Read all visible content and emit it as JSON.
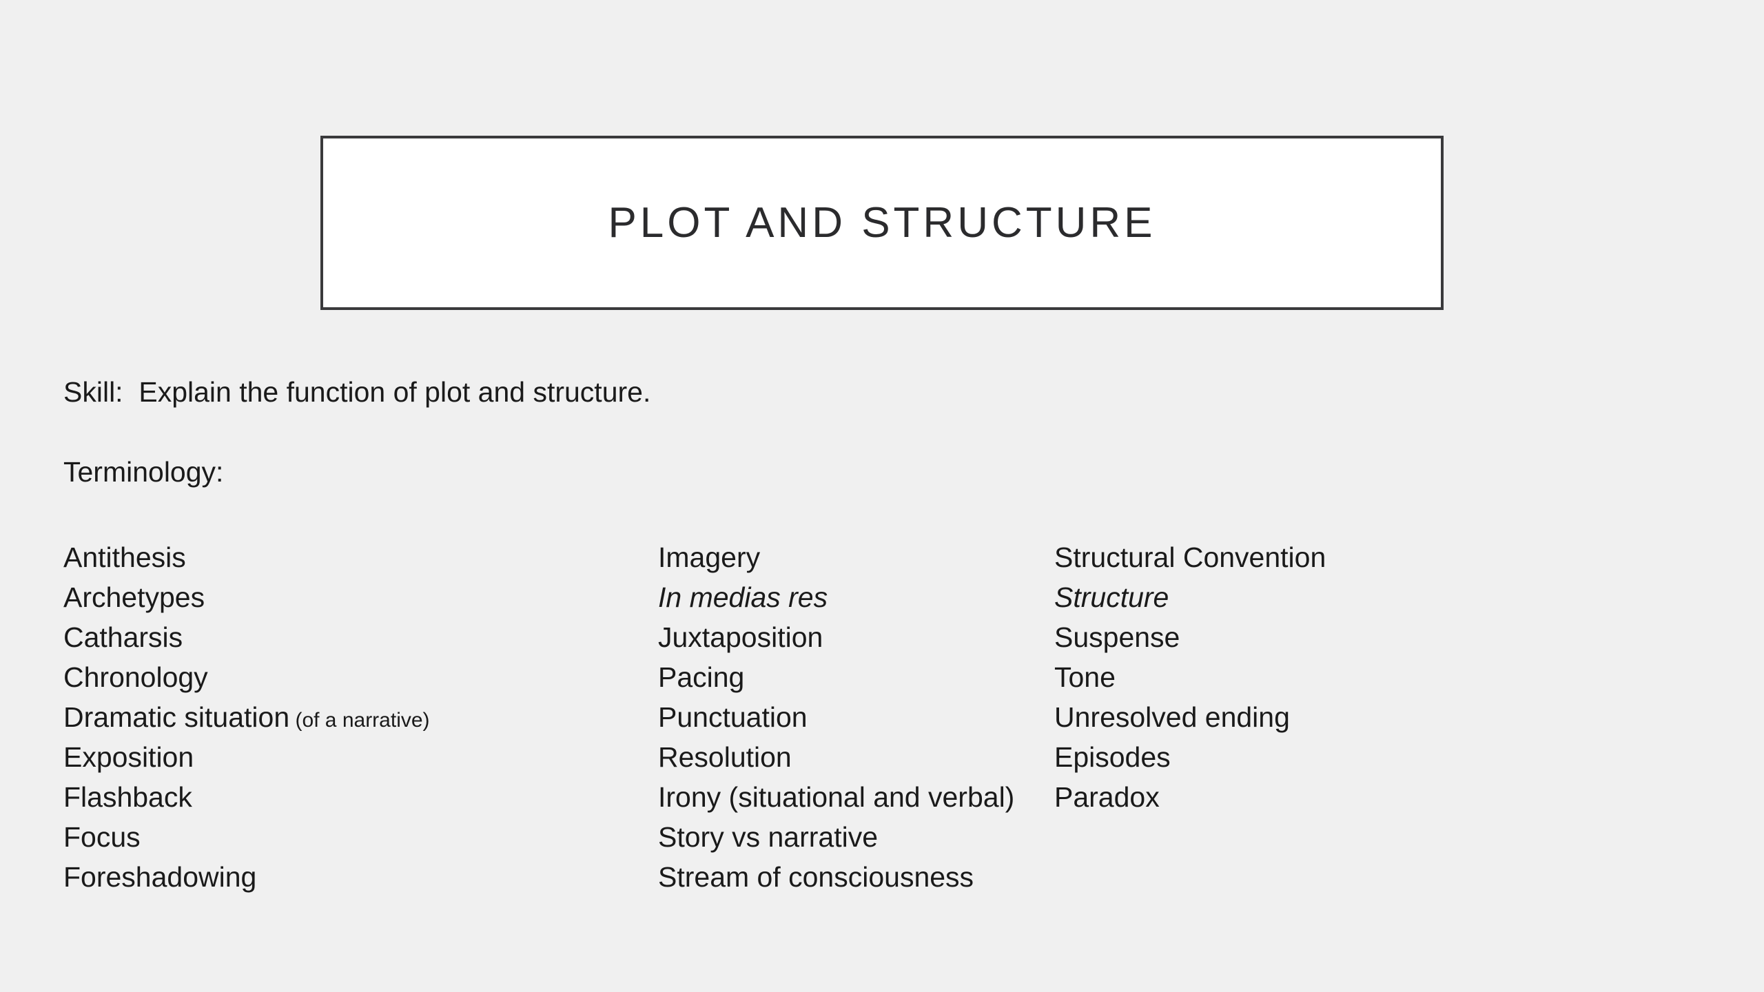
{
  "slide": {
    "background_color": "#f0f0f0",
    "text_color": "#1a1a1a",
    "title_box": {
      "title": "PLOT AND STRUCTURE",
      "fill_color": "#ffffff",
      "border_color": "#3a3a3c"
    },
    "skill_line": "Skill:  Explain the function of plot and structure.",
    "terminology_label": "Terminology:",
    "terminology_columns": [
      {
        "items": [
          {
            "text": "Antithesis",
            "style": "normal",
            "note": ""
          },
          {
            "text": "Archetypes",
            "style": "normal",
            "note": ""
          },
          {
            "text": "Catharsis",
            "style": "normal",
            "note": ""
          },
          {
            "text": "Chronology",
            "style": "normal",
            "note": ""
          },
          {
            "text": "Dramatic situation",
            "style": "normal",
            "note": "(of a narrative)"
          },
          {
            "text": "Exposition",
            "style": "normal",
            "note": ""
          },
          {
            "text": "Flashback",
            "style": "normal",
            "note": ""
          },
          {
            "text": "Focus",
            "style": "normal",
            "note": ""
          },
          {
            "text": "Foreshadowing",
            "style": "normal",
            "note": ""
          }
        ]
      },
      {
        "items": [
          {
            "text": "Imagery",
            "style": "normal",
            "note": ""
          },
          {
            "text": "In medias res",
            "style": "italic",
            "note": ""
          },
          {
            "text": "Juxtaposition",
            "style": "normal",
            "note": ""
          },
          {
            "text": "Pacing",
            "style": "normal",
            "note": ""
          },
          {
            "text": "Punctuation",
            "style": "normal",
            "note": ""
          },
          {
            "text": "Resolution",
            "style": "normal",
            "note": ""
          },
          {
            "text": "Irony (situational and verbal)",
            "style": "normal",
            "note": ""
          },
          {
            "text": "Story vs narrative",
            "style": "normal",
            "note": ""
          },
          {
            "text": "Stream of consciousness",
            "style": "normal",
            "note": ""
          }
        ]
      },
      {
        "items": [
          {
            "text": "Structural Convention",
            "style": "normal",
            "note": ""
          },
          {
            "text": "Structure",
            "style": "italic",
            "note": ""
          },
          {
            "text": "Suspense",
            "style": "normal",
            "note": ""
          },
          {
            "text": "Tone",
            "style": "normal",
            "note": ""
          },
          {
            "text": "Unresolved ending",
            "style": "normal",
            "note": ""
          },
          {
            "text": "Episodes",
            "style": "normal",
            "note": ""
          },
          {
            "text": "Paradox",
            "style": "normal",
            "note": ""
          }
        ]
      }
    ]
  }
}
